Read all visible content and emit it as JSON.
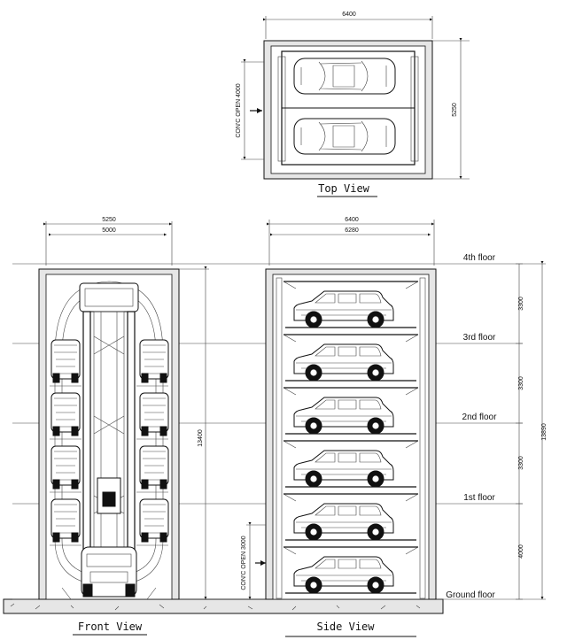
{
  "top_view": {
    "title": "Top View",
    "width_dim": "6400",
    "depth_dim": "5250",
    "entry_label": "CON'C OPEN 4000"
  },
  "front_view": {
    "title": "Front View",
    "outer_width_dim": "5250",
    "inner_width_dim": "5000",
    "height_dim": "13400"
  },
  "side_view": {
    "title": "Side View",
    "outer_width_dim": "6400",
    "inner_width_dim": "6280",
    "entry_label": "CON'C OPEN 3000",
    "total_height_dim": "13890",
    "floors": [
      "4th floor",
      "3rd floor",
      "2nd floor",
      "1st floor",
      "Ground floor"
    ],
    "floor_heights": [
      "3300",
      "3300",
      "3300",
      "4000"
    ]
  }
}
